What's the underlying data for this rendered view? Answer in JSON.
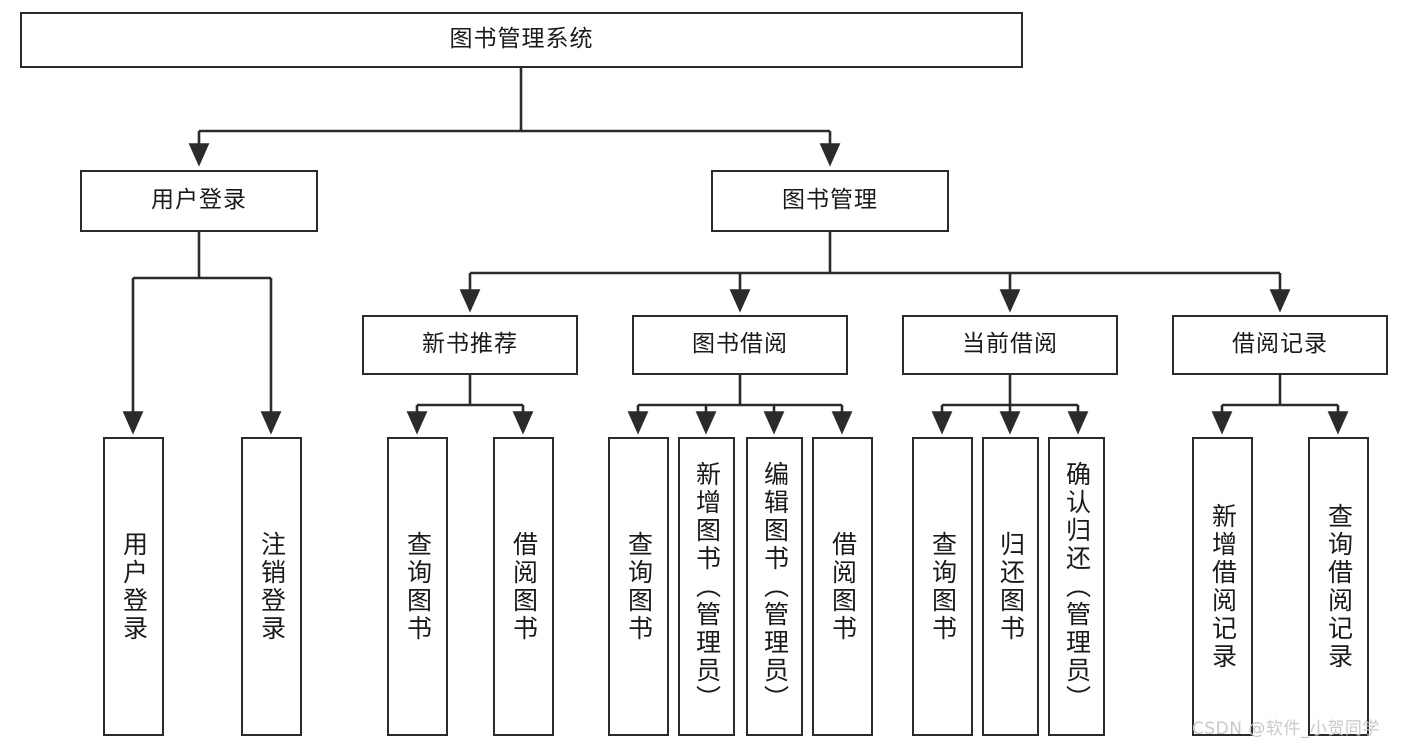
{
  "diagram": {
    "title": "图书管理系统",
    "type": "tree-hierarchy-chart",
    "root": {
      "label": "图书管理系统"
    },
    "level2": [
      {
        "id": "user-login",
        "label": "用户登录"
      },
      {
        "id": "book-management",
        "label": "图书管理"
      }
    ],
    "level3": [
      {
        "id": "new-book-recommend",
        "label": "新书推荐"
      },
      {
        "id": "book-borrow",
        "label": "图书借阅"
      },
      {
        "id": "current-borrow",
        "label": "当前借阅"
      },
      {
        "id": "borrow-record",
        "label": "借阅记录"
      }
    ],
    "leaves": [
      {
        "id": "leaf-user-login",
        "label": "用户登录",
        "parent": "user-login"
      },
      {
        "id": "leaf-logout-login",
        "label": "注销登录",
        "parent": "user-login"
      },
      {
        "id": "leaf-query-book-1",
        "label": "查询图书",
        "parent": "new-book-recommend"
      },
      {
        "id": "leaf-borrow-book-1",
        "label": "借阅图书",
        "parent": "new-book-recommend"
      },
      {
        "id": "leaf-query-book-2",
        "label": "查询图书",
        "parent": "book-borrow"
      },
      {
        "id": "leaf-add-book",
        "label": "新增图书（管理员）",
        "parent": "book-borrow"
      },
      {
        "id": "leaf-edit-book",
        "label": "编辑图书（管理员）",
        "parent": "book-borrow"
      },
      {
        "id": "leaf-borrow-book-2",
        "label": "借阅图书",
        "parent": "book-borrow"
      },
      {
        "id": "leaf-query-book-3",
        "label": "查询图书",
        "parent": "current-borrow"
      },
      {
        "id": "leaf-return-book",
        "label": "归还图书",
        "parent": "current-borrow"
      },
      {
        "id": "leaf-confirm-return",
        "label": "确认归还（管理员）",
        "parent": "current-borrow"
      },
      {
        "id": "leaf-add-record",
        "label": "新增借阅记录",
        "parent": "borrow-record"
      },
      {
        "id": "leaf-query-record",
        "label": "查询借阅记录",
        "parent": "borrow-record"
      }
    ],
    "colors": {
      "stroke": "#2b2b2b",
      "fill": "#ffffff",
      "text": "#1a1a1a",
      "watermark": "#c9c9c9"
    }
  },
  "watermark": {
    "text": "CSDN @软件_小贺同学"
  }
}
